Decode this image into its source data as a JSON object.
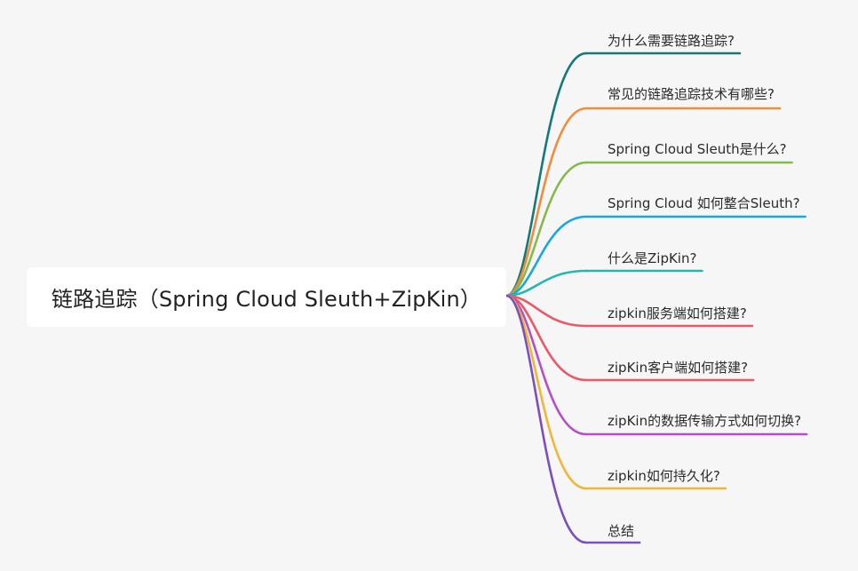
{
  "root": {
    "label": "链路追踪（Spring Cloud Sleuth+ZipKin）"
  },
  "topics": [
    {
      "label": "为什么需要链路追踪?",
      "color": "#137a78"
    },
    {
      "label": "常见的链路追踪技术有哪些?",
      "color": "#f08c3a"
    },
    {
      "label": "Spring Cloud Sleuth是什么?",
      "color": "#86b94c"
    },
    {
      "label": "Spring Cloud 如何整合Sleuth?",
      "color": "#1aa6de"
    },
    {
      "label": "什么是ZipKin?",
      "color": "#22b7b1"
    },
    {
      "label": "zipkin服务端如何搭建?",
      "color": "#ec5868"
    },
    {
      "label": "zipKin客户端如何搭建?",
      "color": "#ec5868"
    },
    {
      "label": "zipKin的数据传输方式如何切换?",
      "color": "#b54fc6"
    },
    {
      "label": "zipkin如何持久化?",
      "color": "#f2b636"
    },
    {
      "label": "总结",
      "color": "#7a4fbf"
    }
  ]
}
